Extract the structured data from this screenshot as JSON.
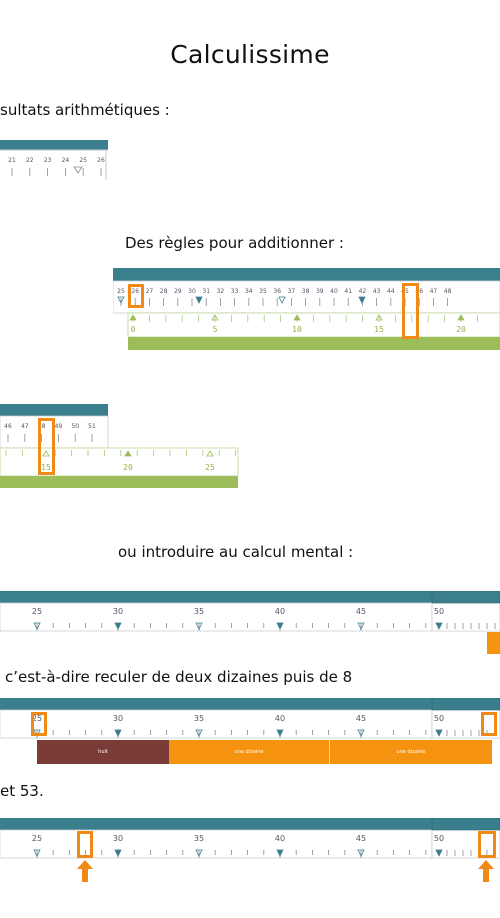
{
  "title": "Calculissime",
  "paragraphs": {
    "p1": "sultats arithmétiques :",
    "p2": "Des règles pour additionner :",
    "p3": "ou introduire au calcul mental :",
    "p4": "c’est-à-dire reculer de deux dizaines puis de 8",
    "p5": "et 53."
  },
  "ruler1": {
    "numbers": [
      "21",
      "22",
      "23",
      "24",
      "25",
      "26"
    ]
  },
  "ruler2": {
    "numbers": [
      "25",
      "26",
      "27",
      "28",
      "29",
      "30",
      "31",
      "32",
      "33",
      "34",
      "35",
      "36",
      "37",
      "38",
      "39",
      "40",
      "41",
      "42",
      "43",
      "44",
      "45",
      "46",
      "47",
      "48"
    ],
    "green_numbers": [
      "0",
      "5",
      "10",
      "15",
      "20"
    ]
  },
  "ruler3": {
    "numbers": [
      "46",
      "47",
      "48",
      "49",
      "50",
      "51"
    ],
    "green_numbers": [
      "15",
      "20",
      "25"
    ]
  },
  "ruler_big": {
    "numbers": [
      "25",
      "30",
      "35",
      "40",
      "45",
      "50"
    ]
  },
  "segments": {
    "eight": "huit",
    "ten_a": "une dizaine",
    "ten_b": "une dizaine"
  },
  "colors": {
    "teal": "#3b7f8e",
    "green": "#9cbd5a",
    "orange": "#ef8a17",
    "brown": "#7b3b36"
  }
}
